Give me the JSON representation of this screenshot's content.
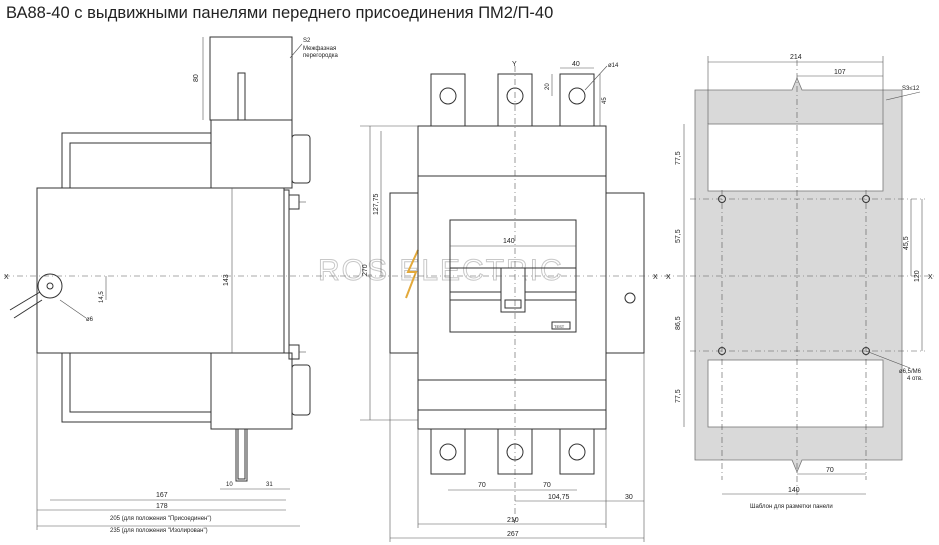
{
  "title": "ВА88-40 с выдвижными панелями переднего присоединения ПМ2/П-40",
  "watermark": "ROS  ELECTRIC",
  "side_view": {
    "dims": {
      "d80": "80",
      "d143": "143",
      "d14_5": "14,5",
      "d6": "ø6",
      "d10": "10",
      "d31": "31",
      "d167": "167",
      "d178": "178"
    },
    "note_s2": "S2",
    "note_partition_1": "Межфазная",
    "note_partition_2": "перегородка",
    "bottom_note_1": "205 (для положения \"Присоединен\")",
    "bottom_note_2": "235 (для положения \"Изолирован\")"
  },
  "front_view": {
    "dims": {
      "d40": "40",
      "d14": "ø14",
      "d20": "20",
      "d45": "45",
      "d127_75": "127,75",
      "d270": "270",
      "d140": "140",
      "d70a": "70",
      "d70b": "70",
      "d104_75": "104,75",
      "d30": "30",
      "d210": "210",
      "d267": "267"
    },
    "axis_y": "Y",
    "axis_x": "X",
    "label_test": "TEST"
  },
  "template_view": {
    "dims": {
      "d214": "214",
      "d107": "107",
      "s3": "S3≤12",
      "d77_5a": "77,5",
      "d57_5": "57,5",
      "d45_5": "45,5",
      "d120": "120",
      "d86_5": "86,5",
      "d77_5b": "77,5",
      "d70": "70",
      "d140": "140"
    },
    "holes_1": "ø6,5/M6",
    "holes_2": "4 отв.",
    "caption": "Шаблон для разметки  панели"
  }
}
